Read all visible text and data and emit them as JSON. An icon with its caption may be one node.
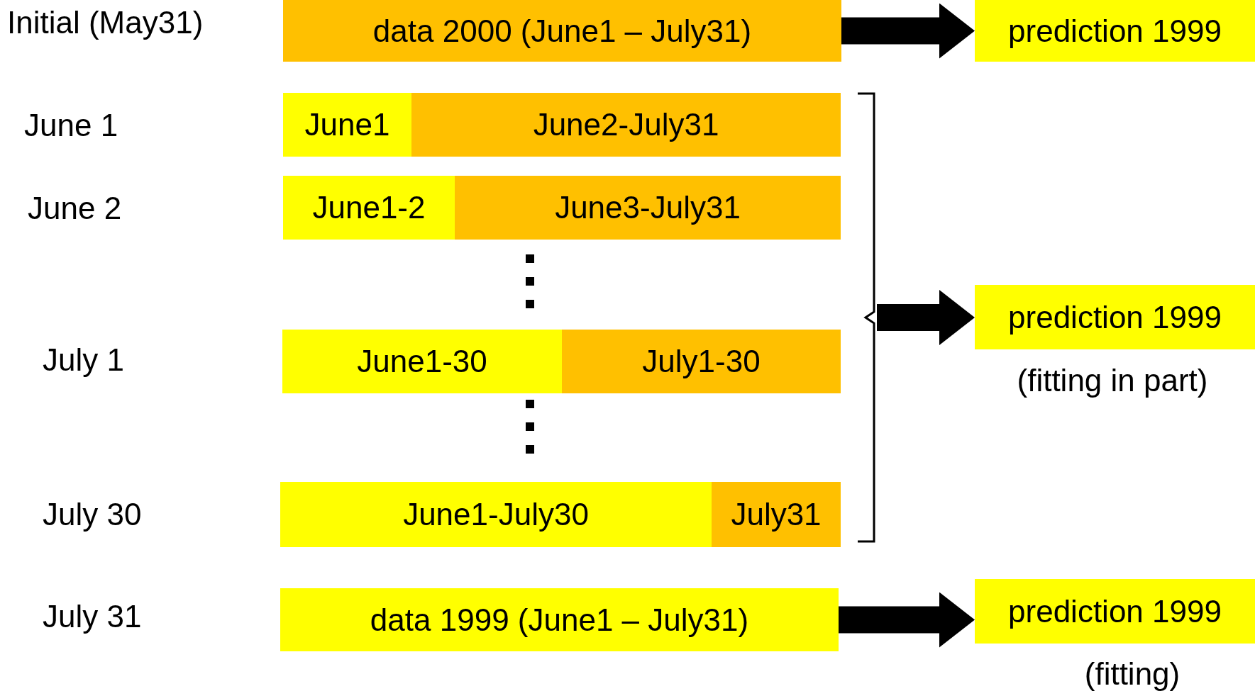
{
  "diagram": {
    "nodes": [
      {
        "text": [
          "data 2000 (June1 – July31)"
        ]
      },
      {
        "text": [
          "prediction 1999"
        ]
      },
      {
        "text": [
          "June1"
        ]
      },
      {
        "text": [
          "June2-July31"
        ]
      },
      {
        "text": [
          "June1-2"
        ]
      },
      {
        "text": [
          "June3-July31"
        ]
      },
      {
        "text": [
          "June1-30"
        ]
      },
      {
        "text": [
          "July1-30"
        ]
      },
      {
        "text": [
          "June1-July30"
        ]
      },
      {
        "text": [
          "July31"
        ]
      },
      {
        "text": [],
        "shape": "bracket"
      },
      {
        "text": [
          "prediction 1999"
        ],
        "beside": [
          "(fitting in part)"
        ]
      },
      {
        "text": [
          "data 1999 (June1 – July31)"
        ]
      },
      {
        "text": [
          "prediction 1999"
        ],
        "beside": [
          "(fitting)"
        ]
      }
    ],
    "edges": [
      {
        "from": 0,
        "to": 1,
        "arrow": "to"
      },
      {
        "from": 10,
        "to": 11,
        "arrow": "to"
      },
      {
        "from": 12,
        "to": 13,
        "arrow": "to"
      }
    ],
    "labels": [
      "Initial (May31)",
      "June 1",
      "June 2",
      "July 1",
      "July 30",
      "July 31"
    ]
  }
}
